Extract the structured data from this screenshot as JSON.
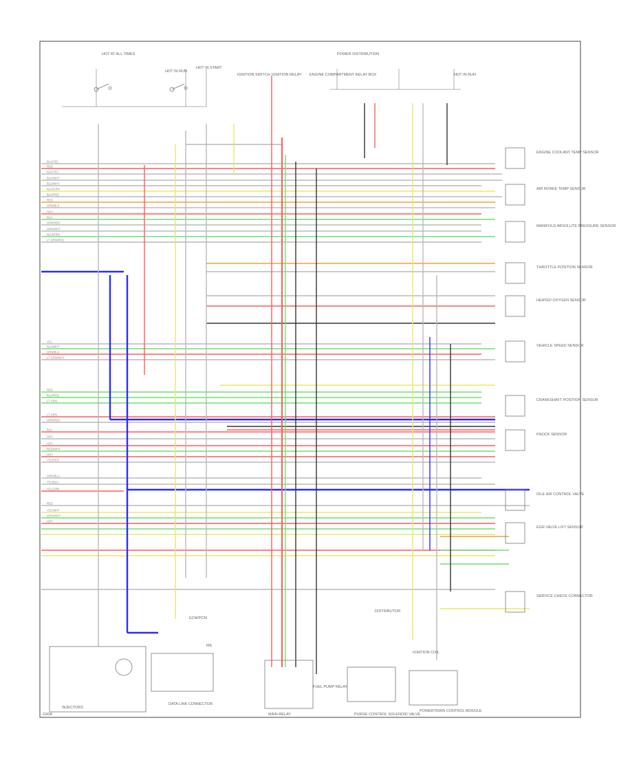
{
  "diagram": {
    "footer_code": "G90A",
    "colors": {
      "red": "#ff5a5a",
      "blue": "#2a2aff",
      "green": "#6ce06c",
      "yellow": "#e8e86a",
      "black": "#333333",
      "gray": "#b8b8b8",
      "orange": "#f0a040",
      "violet": "#c060c0"
    },
    "top_labels": [
      {
        "text": "HOT AT ALL TIMES"
      },
      {
        "text": "HOT IN RUN"
      },
      {
        "text": "HOT IN START"
      },
      {
        "text": "IGNITION SWITCH"
      },
      {
        "text": "IGNITION RELAY"
      },
      {
        "text": "ENGINE COMPARTMENT RELAY BOX"
      },
      {
        "text": "POWER DISTRIBUTION"
      },
      {
        "text": "HOT IN RUN"
      }
    ],
    "left_wire_labels": [
      "BLU/YEL",
      "RED",
      "BLK/YEL",
      "BLK/WHT",
      "BLU/WHT",
      "BLU/GRN",
      "BLU/RED",
      "RED",
      "GRN/BLK",
      "GRY",
      "BLU",
      "GRN/RED",
      "GRN/WHT",
      "BLU/ORN",
      "LT GRN/RED",
      "YEL",
      "BLU/WHT",
      "GRN/BLK",
      "LT GRN/WHT",
      "RED",
      "BLU/RED",
      "LT GRN",
      "LT GRN",
      "GRN/RED",
      "BLU",
      "GRY",
      "GRY",
      "RED/WHT",
      "GRY",
      "YEL/RED",
      "GRN/BLU",
      "YEL/BLK",
      "YEL/GRN",
      "RED",
      "YEL/WHT",
      "GRN/WHT",
      "GRY"
    ],
    "right_components": [
      {
        "text": "ENGINE COOLANT TEMP SENSOR"
      },
      {
        "text": "AIR INTAKE TEMP SENSOR"
      },
      {
        "text": "MANIFOLD ABSOLUTE PRESSURE SENSOR"
      },
      {
        "text": "THROTTLE POSITION SENSOR"
      },
      {
        "text": "HEATED OXYGEN SENSOR"
      },
      {
        "text": "VEHICLE SPEED SENSOR"
      },
      {
        "text": "CRANKSHAFT POSITION SENSOR"
      },
      {
        "text": "KNOCK SENSOR"
      },
      {
        "text": "IDLE AIR CONTROL VALVE"
      },
      {
        "text": "EGR VALVE LIFT SENSOR"
      },
      {
        "text": "SERVICE CHECK CONNECTOR"
      }
    ],
    "bottom_components": [
      {
        "text": "INJECTORS"
      },
      {
        "text": "DATA LINK CONNECTOR"
      },
      {
        "text": "MAIN RELAY"
      },
      {
        "text": "PURGE CONTROL SOLENOID VALVE"
      },
      {
        "text": "POWERTRAIN CONTROL MODULE"
      },
      {
        "text": "FUEL PUMP RELAY"
      },
      {
        "text": "MIL"
      },
      {
        "text": "ECM/PCM"
      },
      {
        "text": "DISTRIBUTOR"
      },
      {
        "text": "IGNITION COIL"
      }
    ]
  }
}
